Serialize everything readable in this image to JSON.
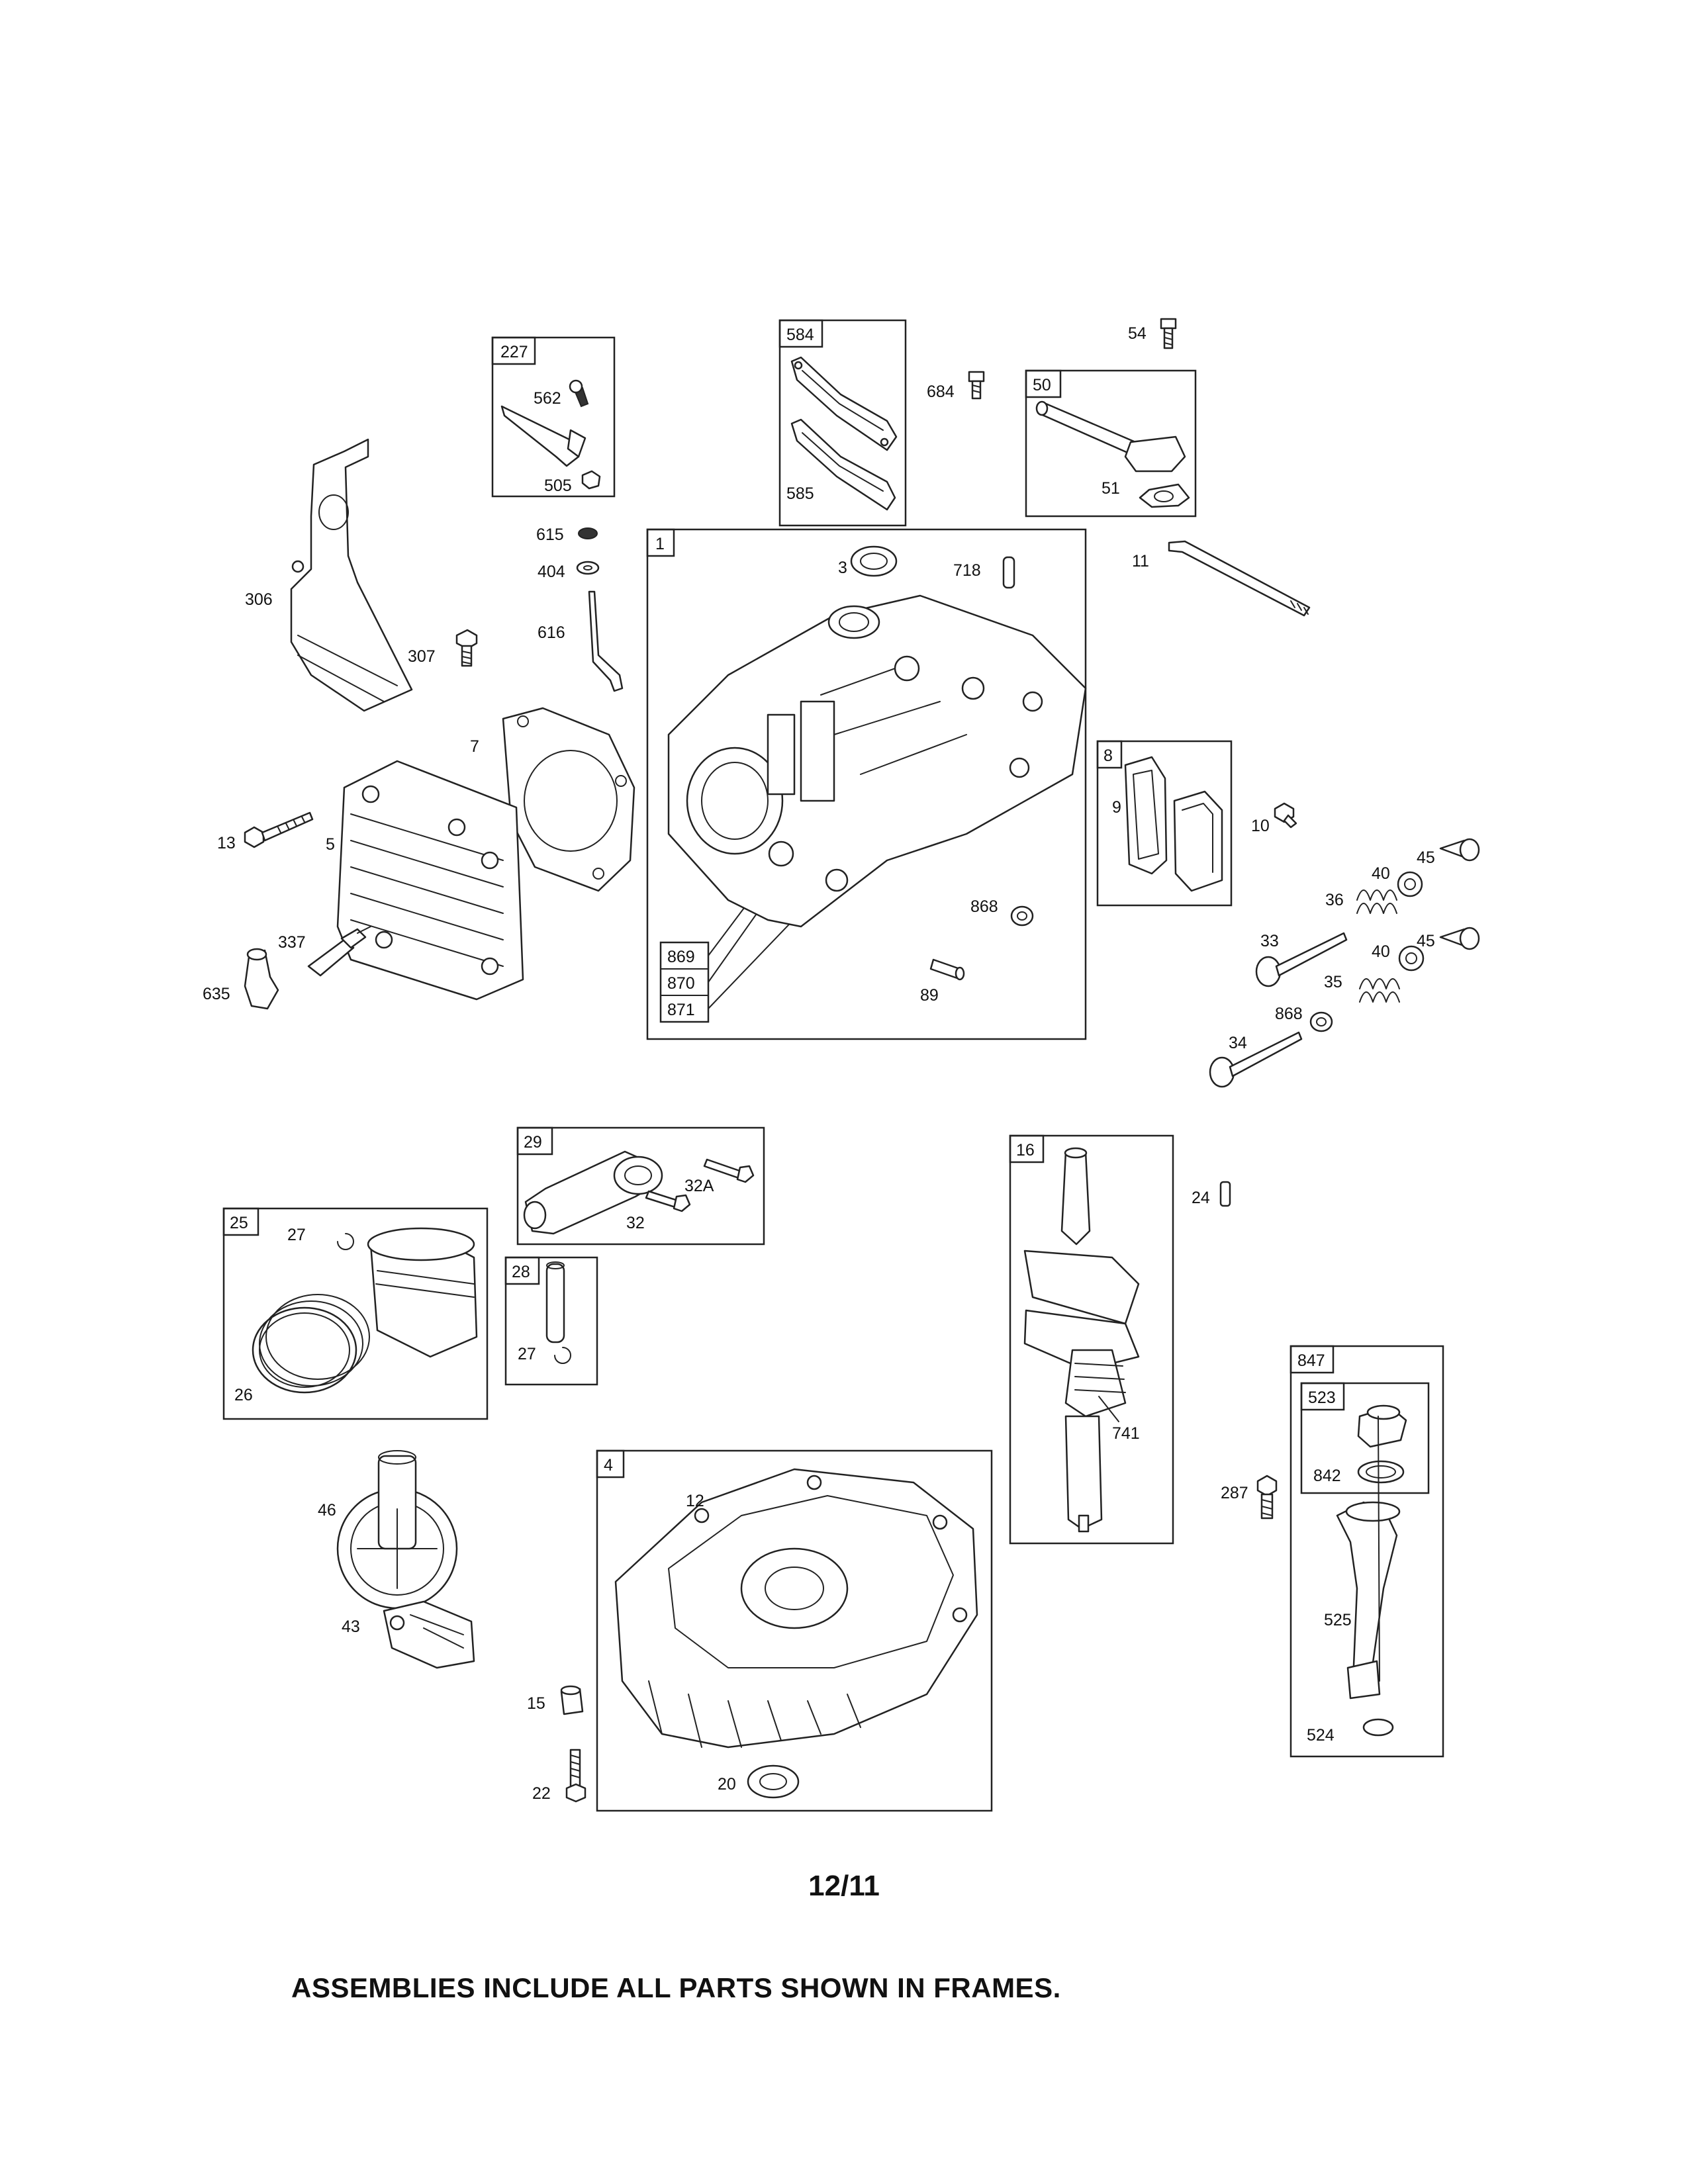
{
  "frames": [
    {
      "id": "227",
      "parts": [
        "562",
        "505"
      ]
    },
    {
      "id": "584",
      "parts": [
        "585"
      ]
    },
    {
      "id": "50",
      "parts": [
        "51"
      ]
    },
    {
      "id": "1",
      "parts": [
        "3",
        "718",
        "868",
        "89",
        "869",
        "870",
        "871"
      ]
    },
    {
      "id": "8",
      "parts": [
        "9"
      ]
    },
    {
      "id": "29",
      "parts": [
        "32A",
        "32"
      ]
    },
    {
      "id": "25",
      "parts": [
        "27",
        "26"
      ]
    },
    {
      "id": "28",
      "parts": [
        "27"
      ]
    },
    {
      "id": "16",
      "parts": [
        "741"
      ]
    },
    {
      "id": "847",
      "parts": [
        "523",
        "842",
        "525",
        "524"
      ]
    },
    {
      "id": "523",
      "parts": []
    },
    {
      "id": "4",
      "parts": [
        "12"
      ]
    }
  ],
  "labels": {
    "l54": "54",
    "l684": "684",
    "l562": "562",
    "l505": "505",
    "l585": "585",
    "l51": "51",
    "l615": "615",
    "l404": "404",
    "l616": "616",
    "l3": "3",
    "l718": "718",
    "l11": "11",
    "l306": "306",
    "l307": "307",
    "l7": "7",
    "l13": "13",
    "l5": "5",
    "l337": "337",
    "l635": "635",
    "l868a": "868",
    "l89": "89",
    "l869": "869",
    "l870": "870",
    "l871": "871",
    "l9": "9",
    "l10": "10",
    "l40a": "40",
    "l45a": "45",
    "l36": "36",
    "l33": "33",
    "l40b": "40",
    "l45b": "45",
    "l35": "35",
    "l868b": "868",
    "l34": "34",
    "l32A": "32A",
    "l32": "32",
    "l27a": "27",
    "l26": "26",
    "l27b": "27",
    "l24": "24",
    "l741": "741",
    "l46": "46",
    "l43": "43",
    "l12": "12",
    "l15": "15",
    "l22": "22",
    "l20": "20",
    "l287": "287",
    "l842": "842",
    "l525": "525",
    "l524": "524"
  },
  "footer": {
    "date": "12/11",
    "note": "ASSEMBLIES INCLUDE ALL PARTS SHOWN IN FRAMES."
  }
}
